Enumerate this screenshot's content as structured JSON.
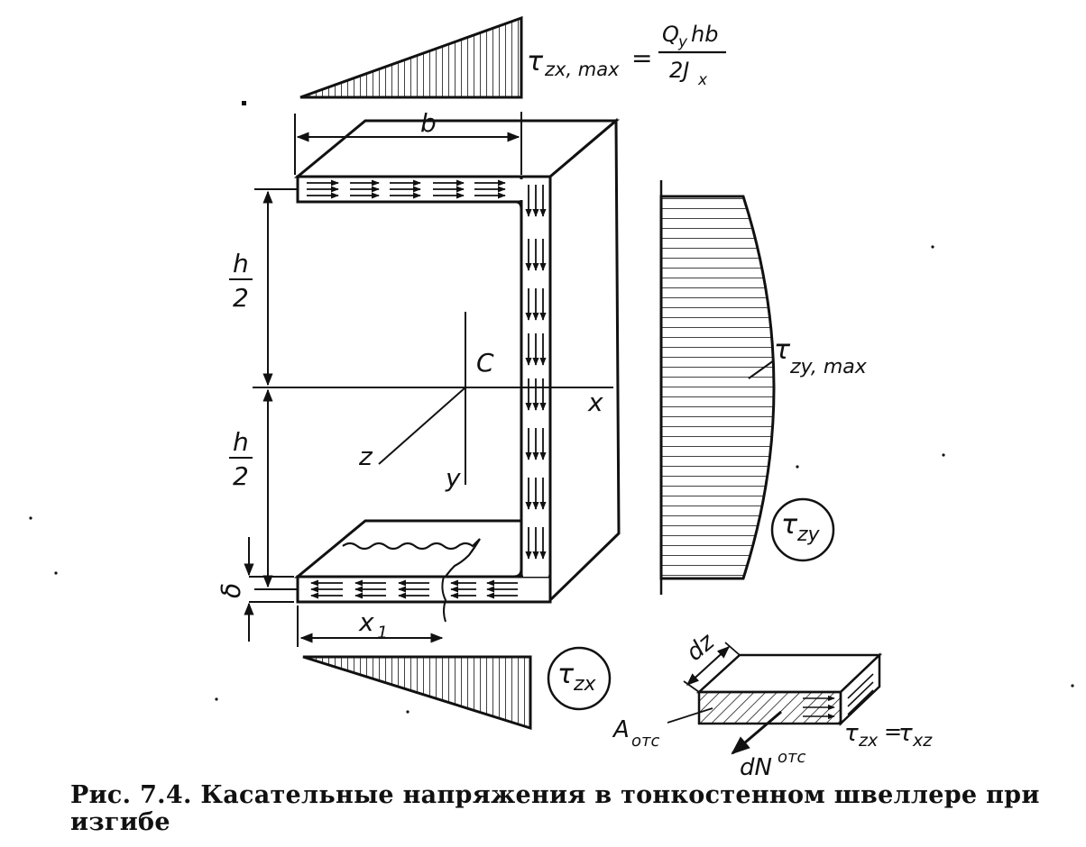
{
  "labels": {
    "b": "b",
    "h_num_top": "h",
    "h_den_top": "2",
    "h_num_bot": "h",
    "h_den_bot": "2",
    "c": "C",
    "x": "x",
    "y": "y",
    "z": "z",
    "delta": "δ",
    "x1": "x",
    "x1_sub": "1",
    "dz": "dz"
  },
  "formula_top": {
    "lhs": "τ",
    "lhs_sub": "zx, max",
    "eq": "=",
    "numerator": "Q",
    "numerator_sub": "y",
    "numerator_rest": "hb",
    "denominator": "2J",
    "denominator_sub": "x"
  },
  "tau_zy_max": {
    "symbol": "τ",
    "sub": "zy, max"
  },
  "circle_tau_zy": {
    "symbol": "τ",
    "sub": "zy"
  },
  "circle_tau_zx": {
    "symbol": "τ",
    "sub": "zx"
  },
  "element": {
    "a_otc": "A",
    "a_otc_sub": "отс",
    "dN": "dN",
    "dN_sup": "отс",
    "tau_eq_lhs": "τ",
    "tau_eq_lhs_sub": "zx",
    "tau_eq_op": "=",
    "tau_eq_rhs": "τ",
    "tau_eq_rhs_sub": "xz"
  },
  "caption": {
    "line1": "Рис. 7.4. Касательные напряжения в тонкостенном швеллере при",
    "line2": "изгибе"
  }
}
